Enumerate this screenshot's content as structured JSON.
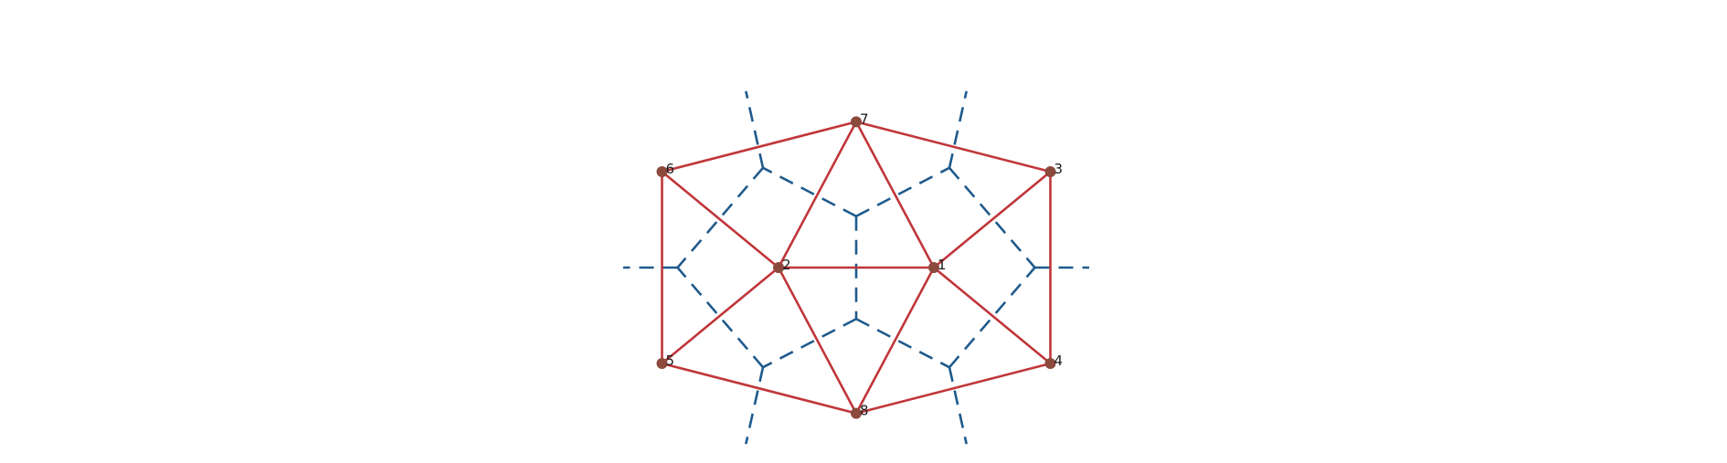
{
  "diagram": {
    "type": "voronoi-delaunay",
    "colors": {
      "delaunay_edge": "#c0363a",
      "voronoi_edge": "#1f5a8c",
      "site_point": "#8b4a3c",
      "label": "#1a1a1a"
    },
    "sites": [
      {
        "id": "1",
        "label": "1",
        "x": 1.0,
        "y": 0.0
      },
      {
        "id": "2",
        "label": "2",
        "x": -1.0,
        "y": 0.0
      },
      {
        "id": "3",
        "label": "3",
        "x": 2.5,
        "y": 1.25
      },
      {
        "id": "4",
        "label": "4",
        "x": 2.5,
        "y": -1.25
      },
      {
        "id": "5",
        "label": "5",
        "x": -2.5,
        "y": -1.25
      },
      {
        "id": "6",
        "label": "6",
        "x": -2.5,
        "y": 1.25
      },
      {
        "id": "7",
        "label": "7",
        "x": 0.0,
        "y": 1.9
      },
      {
        "id": "8",
        "label": "8",
        "x": 0.0,
        "y": -1.9
      }
    ],
    "delaunay_edges": [
      [
        "6",
        "7"
      ],
      [
        "7",
        "3"
      ],
      [
        "3",
        "4"
      ],
      [
        "4",
        "8"
      ],
      [
        "8",
        "5"
      ],
      [
        "5",
        "6"
      ],
      [
        "2",
        "1"
      ],
      [
        "2",
        "7"
      ],
      [
        "2",
        "8"
      ],
      [
        "1",
        "7"
      ],
      [
        "1",
        "8"
      ],
      [
        "2",
        "6"
      ],
      [
        "2",
        "5"
      ],
      [
        "1",
        "3"
      ],
      [
        "1",
        "4"
      ]
    ],
    "voronoi_vertices": {
      "c": [
        0.0,
        0.67
      ],
      "d": [
        0.0,
        -0.67
      ],
      "a": [
        -1.2,
        1.3
      ],
      "b": [
        1.2,
        1.3
      ],
      "e": [
        -1.2,
        -1.3
      ],
      "f": [
        1.2,
        -1.3
      ],
      "g": [
        -2.3,
        0.0
      ],
      "h": [
        2.3,
        0.0
      ],
      "top_left_end": [
        -1.42,
        2.3
      ],
      "top_right_end": [
        1.42,
        2.3
      ],
      "bot_left_end": [
        -1.42,
        -2.3
      ],
      "bot_right_end": [
        1.42,
        -2.3
      ],
      "left_end": [
        -3.0,
        0.0
      ],
      "right_end": [
        3.0,
        0.0
      ]
    },
    "voronoi_edges": [
      [
        "c",
        "d"
      ],
      [
        "c",
        "a"
      ],
      [
        "c",
        "b"
      ],
      [
        "d",
        "e"
      ],
      [
        "d",
        "f"
      ],
      [
        "a",
        "g"
      ],
      [
        "e",
        "g"
      ],
      [
        "b",
        "h"
      ],
      [
        "f",
        "h"
      ],
      [
        "a",
        "top_left_end"
      ],
      [
        "b",
        "top_right_end"
      ],
      [
        "e",
        "bot_left_end"
      ],
      [
        "f",
        "bot_right_end"
      ],
      [
        "g",
        "left_end"
      ],
      [
        "h",
        "right_end"
      ]
    ]
  }
}
